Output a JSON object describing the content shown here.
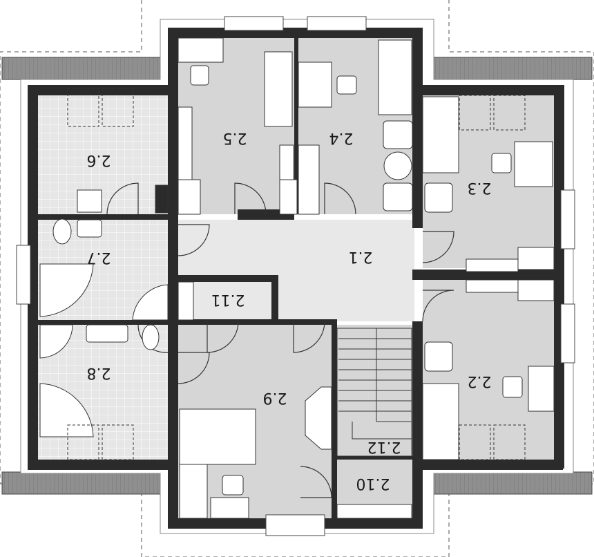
{
  "plan": {
    "kind": "floor-plan",
    "mirrored_text": true,
    "colors": {
      "wall": "#2b2b2b",
      "room_fill": "#d6d6d6",
      "hall_fill": "#e8e8e8",
      "tile_fill": "#e6e6e6",
      "roof": "#8f8f8f",
      "outline": "#555555"
    },
    "rooms": [
      {
        "id": "2.1",
        "label": "2.1"
      },
      {
        "id": "2.2",
        "label": "2.2"
      },
      {
        "id": "2.3",
        "label": "2.3"
      },
      {
        "id": "2.4",
        "label": "2.4"
      },
      {
        "id": "2.5",
        "label": "2.5"
      },
      {
        "id": "2.6",
        "label": "2.6"
      },
      {
        "id": "2.7",
        "label": "2.7"
      },
      {
        "id": "2.8",
        "label": "2.8"
      },
      {
        "id": "2.9",
        "label": "2.9"
      },
      {
        "id": "2.10",
        "label": "2.10"
      },
      {
        "id": "2.11",
        "label": "2.11"
      },
      {
        "id": "2.12",
        "label": "2.12"
      }
    ]
  }
}
